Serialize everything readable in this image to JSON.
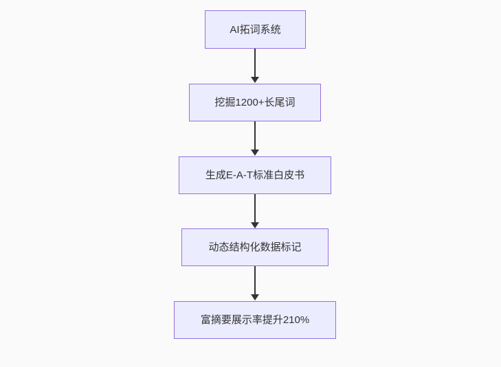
{
  "diagram": {
    "type": "flowchart",
    "direction": "top-down",
    "nodes": [
      {
        "label": "AI拓词系统"
      },
      {
        "label": "挖掘1200+长尾词"
      },
      {
        "label": "生成E-A-T标准白皮书"
      },
      {
        "label": "动态结构化数据标记"
      },
      {
        "label": "富摘要展示率提升210%"
      }
    ],
    "edges": [
      {
        "from": 0,
        "to": 1
      },
      {
        "from": 1,
        "to": 2
      },
      {
        "from": 2,
        "to": 3
      },
      {
        "from": 3,
        "to": 4
      }
    ],
    "colors": {
      "background": "#fafafa",
      "node_fill": "#ececff",
      "node_border": "#9370db",
      "text": "#333333",
      "arrow": "#333333"
    }
  }
}
